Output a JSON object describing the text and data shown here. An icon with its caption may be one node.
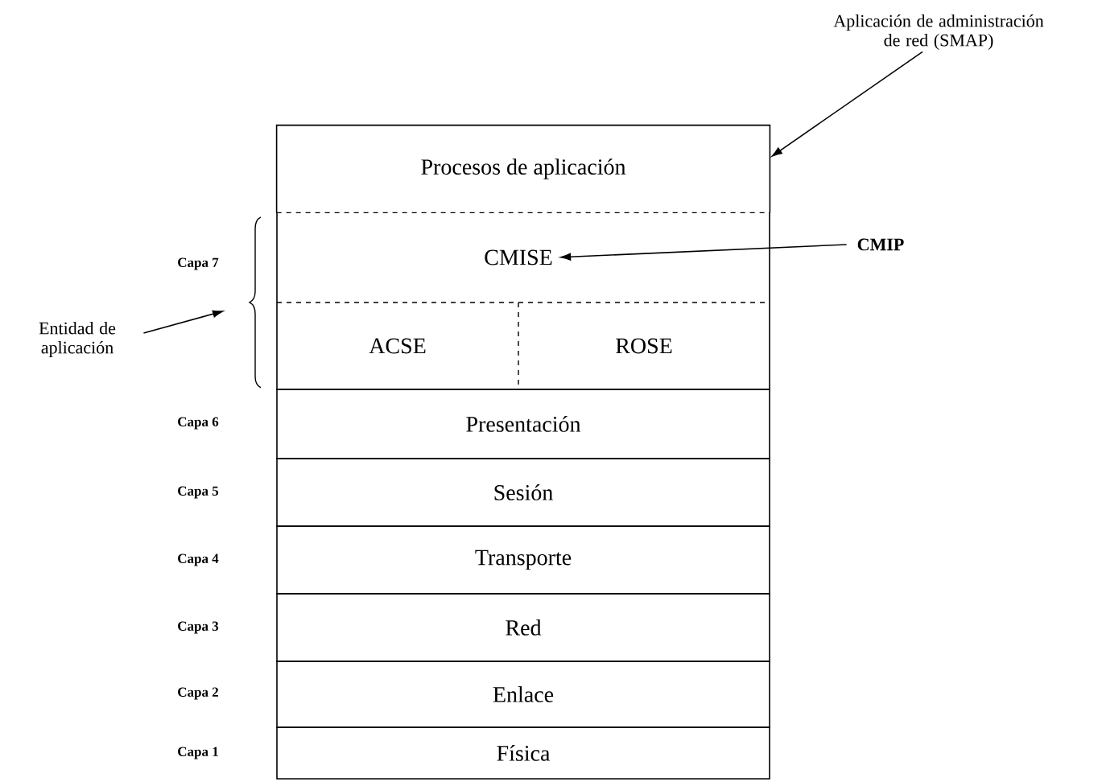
{
  "diagram": {
    "nodes": [
      {
        "text": [
          "Procesos de aplicación"
        ]
      },
      {
        "text": [
          "CMISE"
        ]
      },
      {
        "text": [
          "ACSE"
        ]
      },
      {
        "text": [
          "ROSE"
        ]
      },
      {
        "text": [
          "Presentación"
        ]
      },
      {
        "text": [
          "Sesión"
        ]
      },
      {
        "text": [
          "Transporte"
        ]
      },
      {
        "text": [
          "Red"
        ]
      },
      {
        "text": [
          "Enlace"
        ]
      },
      {
        "text": [
          "Física"
        ]
      },
      {
        "text": [
          "Aplicación de administración de red (SMAP)"
        ]
      },
      {
        "text": [
          "CMIP"
        ]
      },
      {
        "text": [
          "Entidad de aplicación"
        ]
      }
    ],
    "edges": [
      {
        "from": 10,
        "to": 0,
        "arrow": "to"
      },
      {
        "from": 11,
        "to": 1,
        "arrow": "to"
      },
      {
        "from": 12,
        "to": null,
        "arrow": "to"
      }
    ],
    "labels": [
      "Capa 7",
      "Capa 6",
      "Capa 5",
      "Capa 4",
      "Capa 3",
      "Capa 2",
      "Capa 1"
    ]
  }
}
